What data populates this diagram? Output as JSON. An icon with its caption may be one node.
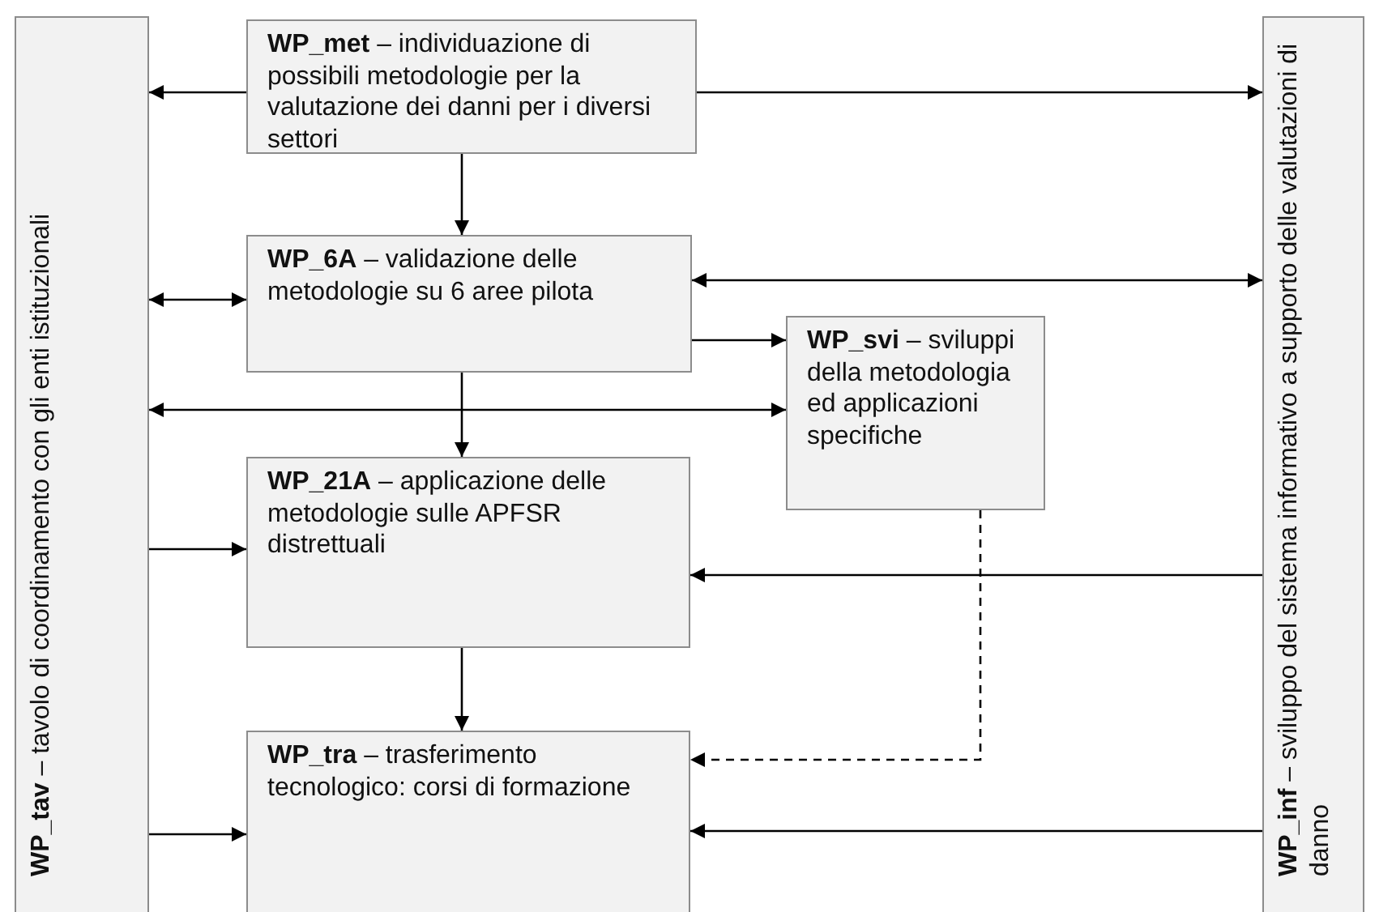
{
  "diagram": {
    "nodes": [
      {
        "text": [
          "**WP_tav** – tavolo di coordinamento con gli enti istituzionali"
        ]
      },
      {
        "text": [
          "**WP_met** – individuazione di possibili metodologie per la valutazione dei danni per i diversi settori"
        ]
      },
      {
        "text": [
          "**WP_6A** – validazione delle metodologie su 6 aree pilota"
        ]
      },
      {
        "text": [
          "**WP_svi** – sviluppi della metodologia ed applicazioni specifiche"
        ]
      },
      {
        "text": [
          "**WP_21A** – applicazione delle metodologie sulle APFSR distrettuali"
        ]
      },
      {
        "text": [
          "**WP_tra** – trasferimento tecnologico: corsi di formazione"
        ]
      },
      {
        "text": [
          "**WP_inf** – sviluppo del sistema informativo a supporto delle valutazioni di danno"
        ]
      }
    ],
    "edges": [
      {
        "from": 1,
        "to": 0,
        "arrow": "to"
      },
      {
        "from": 1,
        "to": 6,
        "arrow": "to"
      },
      {
        "from": 1,
        "to": 2,
        "arrow": "to"
      },
      {
        "from": 0,
        "to": 2,
        "arrow": "both"
      },
      {
        "from": 2,
        "to": 6,
        "arrow": "both"
      },
      {
        "from": 2,
        "to": 3,
        "arrow": "to"
      },
      {
        "from": 3,
        "to": 0,
        "arrow": "both"
      },
      {
        "from": 2,
        "to": 4,
        "arrow": "to"
      },
      {
        "from": 0,
        "to": 4,
        "arrow": "to"
      },
      {
        "from": 6,
        "to": 4,
        "arrow": "to"
      },
      {
        "from": 4,
        "to": 5,
        "arrow": "to"
      },
      {
        "from": 3,
        "to": 5,
        "arrow": "to",
        "style": "dashed"
      },
      {
        "from": 0,
        "to": 5,
        "arrow": "to"
      },
      {
        "from": 6,
        "to": 5,
        "arrow": "to"
      }
    ]
  }
}
